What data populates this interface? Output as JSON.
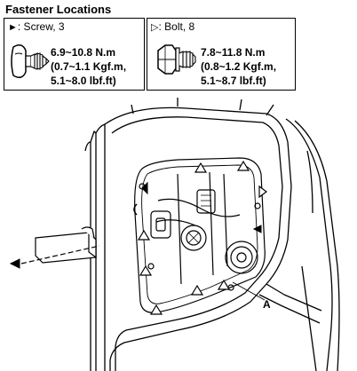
{
  "title": "Fastener Locations",
  "screw": {
    "symbol": "►",
    "label": ": Screw, 3",
    "torque": [
      "6.9~10.8 N.m",
      "(0.7~1.1 Kgf.m,",
      "5.1~8.0 lbf.ft)"
    ],
    "icon": "screw-icon"
  },
  "bolt": {
    "symbol": "▷",
    "label": ": Bolt, 8",
    "torque": [
      "7.8~11.8 N.m",
      "(0.8~1.2 Kgf.m,",
      "5.1~8.7 lbf.ft)"
    ],
    "icon": "bolt-icon"
  },
  "diagram": {
    "callout_a": "A"
  }
}
